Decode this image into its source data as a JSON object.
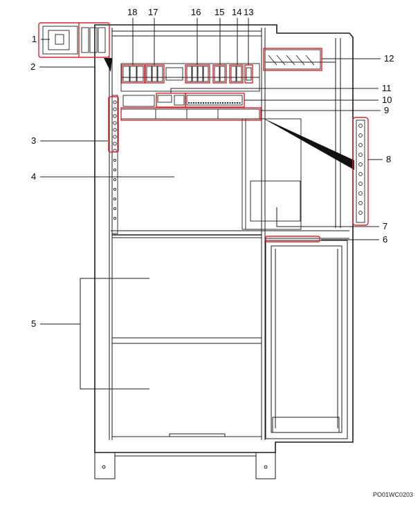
{
  "figure_code": "PO01WC0203",
  "callouts": {
    "c1": "1",
    "c2": "2",
    "c3": "3",
    "c4": "4",
    "c5": "5",
    "c6": "6",
    "c7": "7",
    "c8": "8",
    "c9": "9",
    "c10": "10",
    "c11": "11",
    "c12": "12",
    "c13": "13",
    "c14": "14",
    "c15": "15",
    "c16": "16",
    "c17": "17",
    "c18": "18"
  },
  "colors": {
    "line": "#1a1a1a",
    "highlight": "#d9232e"
  }
}
